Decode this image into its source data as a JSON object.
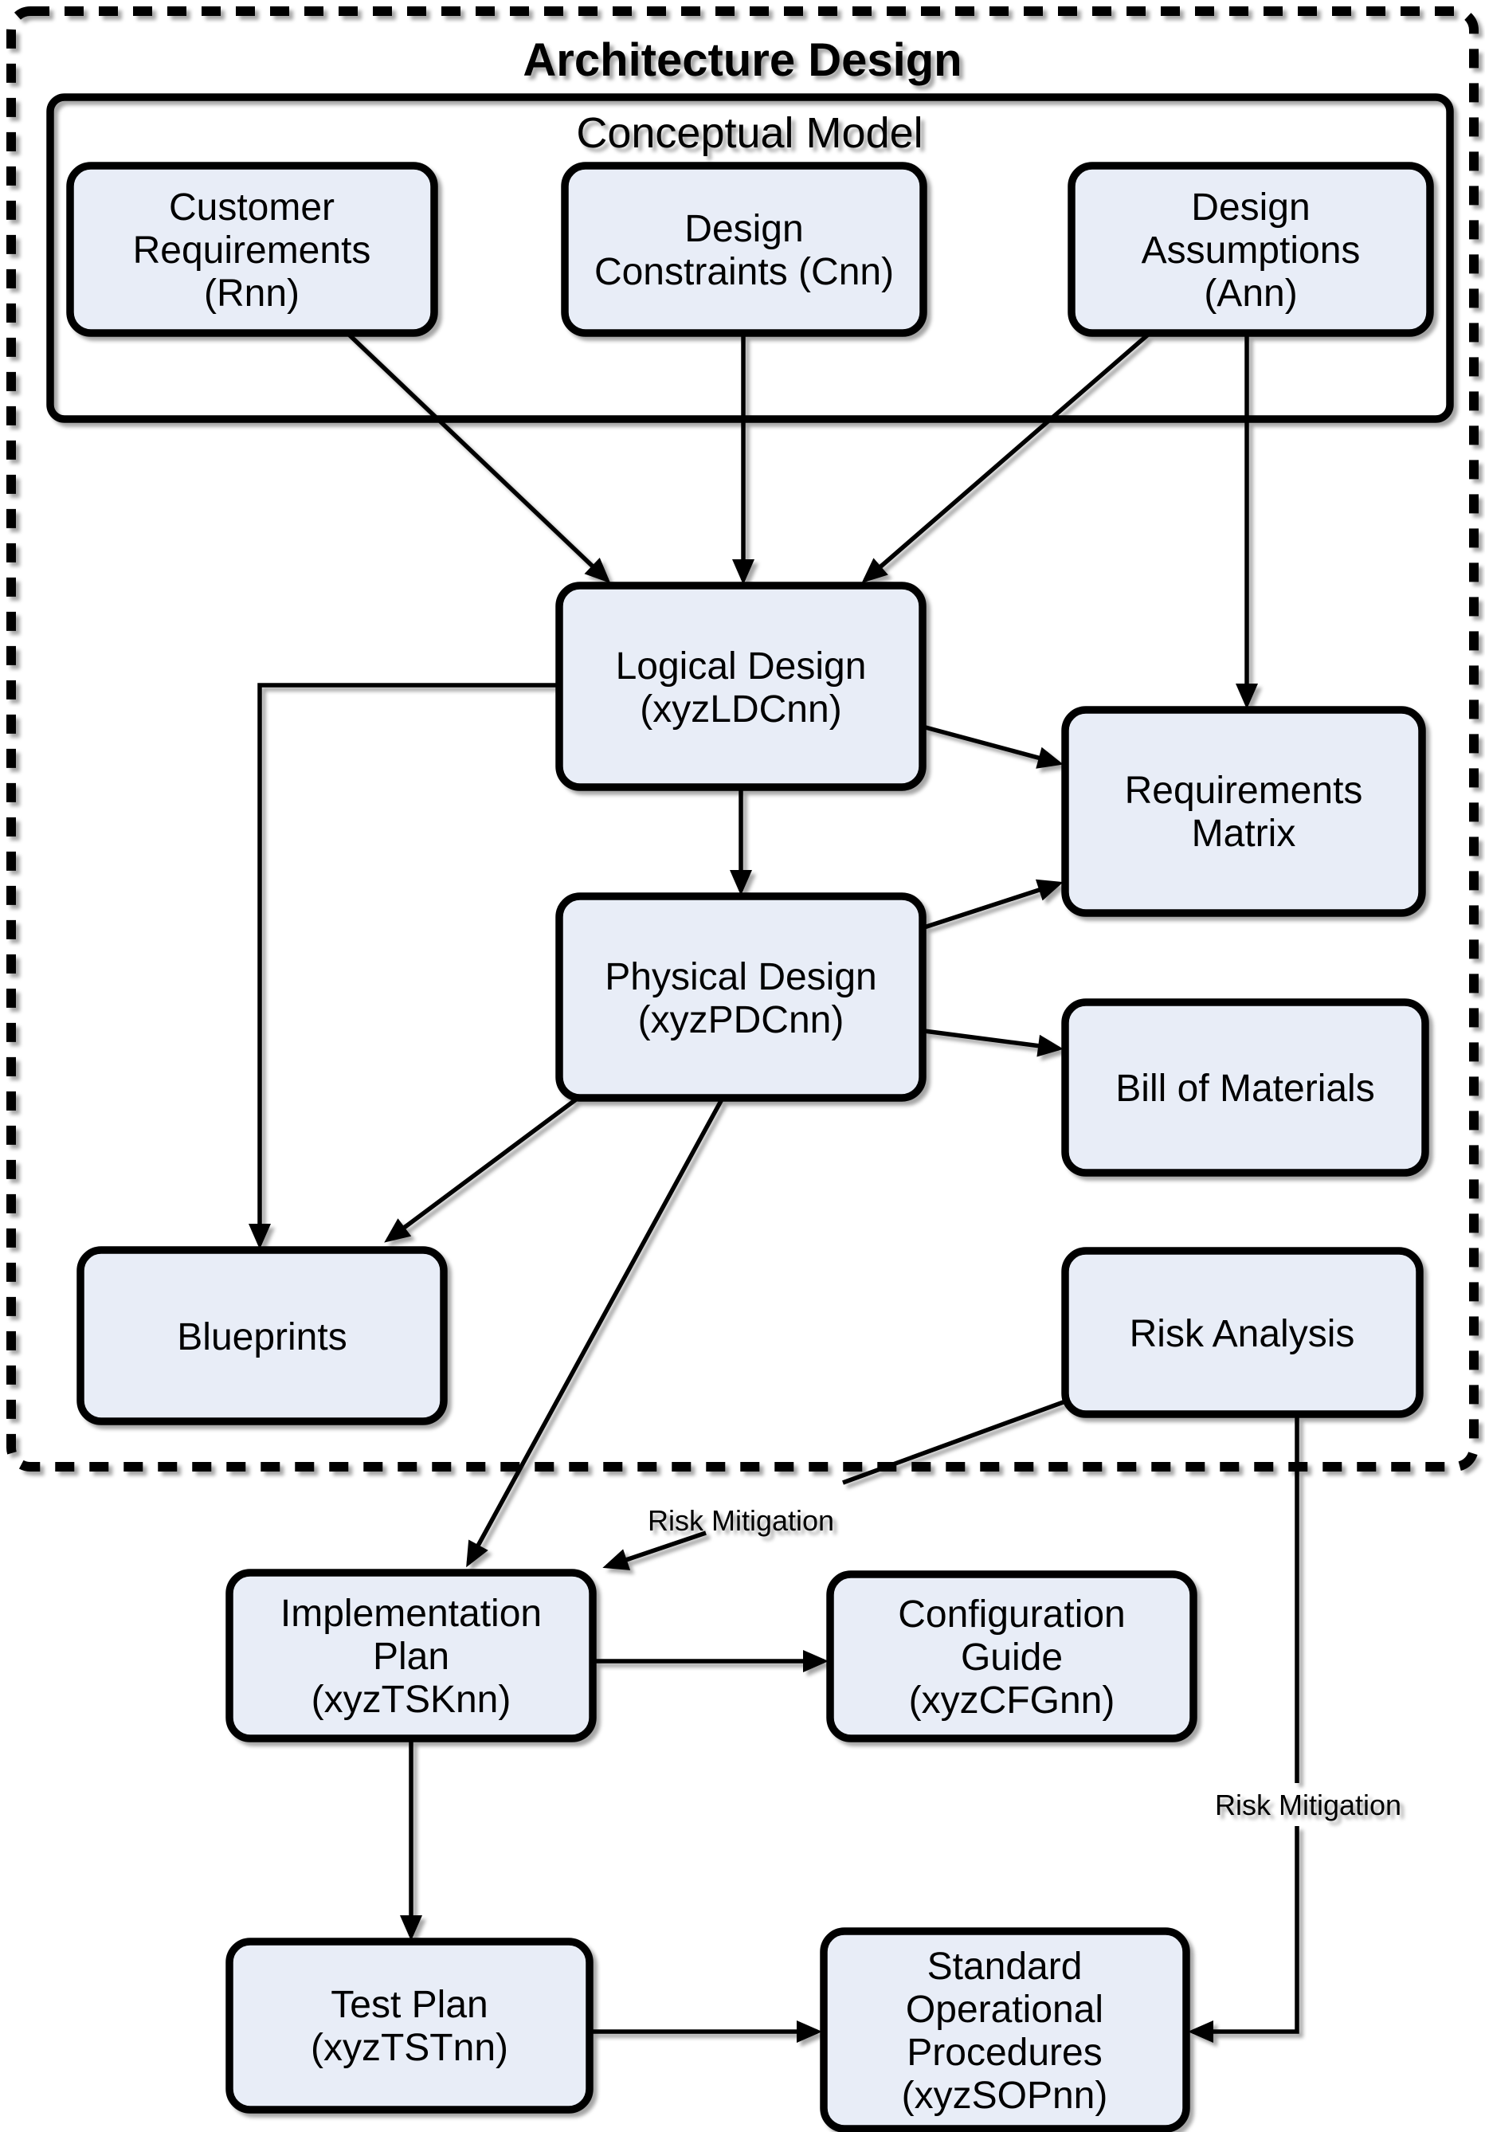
{
  "diagram": {
    "title": "Architecture Design",
    "container_label": "Conceptual Model",
    "annotations": {
      "risk_mitigation_left": "Risk Mitigation",
      "risk_mitigation_right": "Risk Mitigation"
    },
    "colors": {
      "background": "#ffffff",
      "box_fill": "#e8edf7",
      "box_border": "#000000",
      "connector": "#000000",
      "text": "#000000"
    },
    "nodes": {
      "customer_requirements": {
        "lines": [
          "Customer",
          "Requirements",
          "(Rnn)"
        ]
      },
      "design_constraints": {
        "lines": [
          "Design",
          "Constraints (Cnn)"
        ]
      },
      "design_assumptions": {
        "lines": [
          "Design",
          "Assumptions",
          "(Ann)"
        ]
      },
      "logical_design": {
        "lines": [
          "Logical Design",
          "(xyzLDCnn)"
        ]
      },
      "requirements_matrix": {
        "lines": [
          "Requirements",
          "Matrix"
        ]
      },
      "physical_design": {
        "lines": [
          "Physical Design",
          "(xyzPDCnn)"
        ]
      },
      "bill_of_materials": {
        "lines": [
          "Bill of Materials"
        ]
      },
      "blueprints": {
        "lines": [
          "Blueprints"
        ]
      },
      "risk_analysis": {
        "lines": [
          "Risk Analysis"
        ]
      },
      "implementation_plan": {
        "lines": [
          "Implementation",
          "Plan",
          "(xyzTSKnn)"
        ]
      },
      "configuration_guide": {
        "lines": [
          "Configuration",
          "Guide",
          "(xyzCFGnn)"
        ]
      },
      "test_plan": {
        "lines": [
          "Test Plan",
          "(xyzTSTnn)"
        ]
      },
      "standard_operational_procedures": {
        "lines": [
          "Standard",
          "Operational",
          "Procedures",
          "(xyzSOPnn)"
        ]
      }
    }
  }
}
